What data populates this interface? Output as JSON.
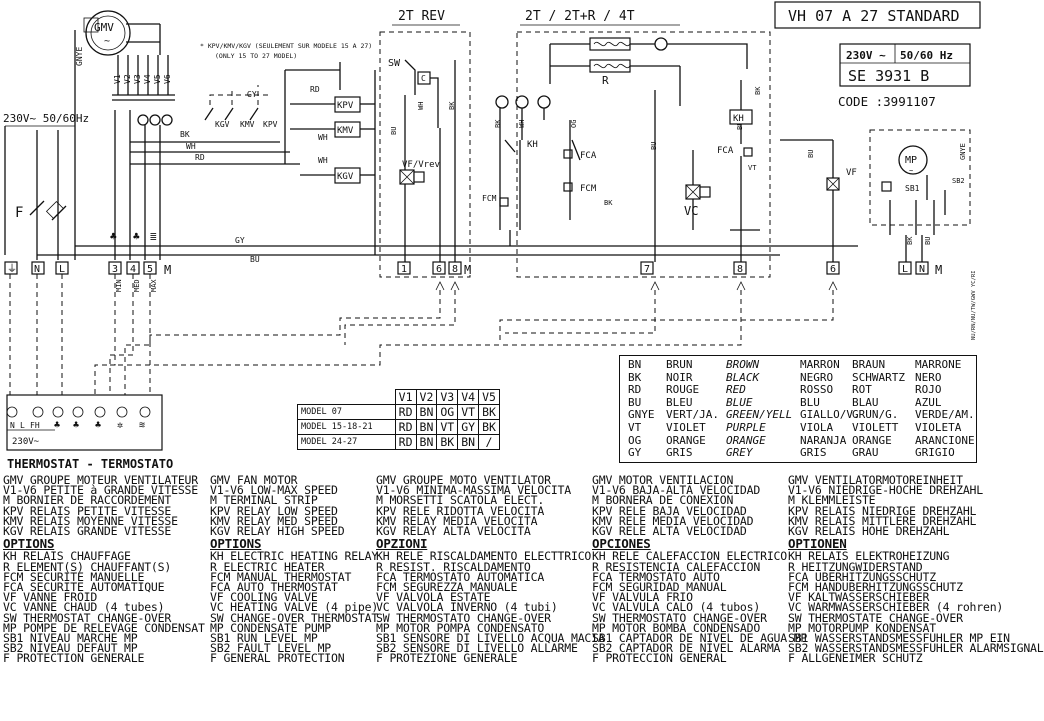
{
  "header": {
    "model_title": "VH 07 A 27 STANDARD",
    "voltage": "230V ~",
    "frequency": "50/60 Hz",
    "scheme_ref": "SE  3931  B",
    "code": "CODE :3991107"
  },
  "sections": {
    "rev": "2T REV",
    "four_t": "2T / 2T+R / 4T"
  },
  "supply": {
    "label": "230V~ 50/60Hz"
  },
  "notes": {
    "kpv_note_1": "* KPV/KMV/KGV (SEULEMENT SUR MODELE 15 A 27)",
    "kpv_note_2": "(ONLY 15 TO 27 MODEL)",
    "vertical_code": "NU/RN/NU/TW/GWV YC/RI"
  },
  "components": {
    "gmv": "GMV",
    "mp": "MP",
    "kpv": "KPV",
    "kmv": "KMV",
    "kgv": "KGV",
    "kh": "KH",
    "fca": "FCA",
    "fcm": "FCM",
    "r": "R",
    "sw": "SW",
    "vf_vrev": "VF/Vrev",
    "vc": "VC",
    "vf": "VF",
    "sb1": "SB1",
    "sb2": "SB2",
    "f": "F"
  },
  "wires": {
    "gnye": "GNYE",
    "gy": "GY",
    "bu": "BU",
    "bk": "BK",
    "rd": "RD",
    "wh": "WH",
    "vt": "VT",
    "og": "OG",
    "v1": "V1",
    "v2": "V2",
    "v3": "V3",
    "v4": "V4",
    "v5": "V5",
    "v6": "V6"
  },
  "terminals": {
    "main": [
      "⏚",
      "N",
      "L",
      "3",
      "4",
      "5",
      "M"
    ],
    "speeds": [
      "MIN",
      "MED",
      "MAX"
    ],
    "rev": [
      "1",
      "6",
      "8",
      "M"
    ],
    "four_t": [
      "7",
      "8"
    ],
    "vf": [
      "6"
    ],
    "mp": [
      "L",
      "N",
      "M"
    ]
  },
  "thermostat": {
    "title": "THERMOSTAT - TERMOSTATO",
    "supply": "230V~",
    "labels": [
      "N",
      "L",
      "FH"
    ]
  },
  "models_table": {
    "headers": [
      "",
      "V1",
      "V2",
      "V3",
      "V4",
      "V5"
    ],
    "rows": [
      [
        "MODEL 07",
        "RD",
        "BN",
        "OG",
        "VT",
        "BK"
      ],
      [
        "MODEL 15-18-21",
        "RD",
        "BN",
        "VT",
        "GY",
        "BK"
      ],
      [
        "MODEL 24-27",
        "RD",
        "BN",
        "BK",
        "BN",
        "/"
      ]
    ]
  },
  "color_codes": [
    [
      "BN",
      "BRUN",
      "BROWN",
      "MARRON",
      "BRAUN",
      "MARRONE"
    ],
    [
      "BK",
      "NOIR",
      "BLACK",
      "NEGRO",
      "SCHWARTZ",
      "NERO"
    ],
    [
      "RD",
      "ROUGE",
      "RED",
      "ROSSO",
      "ROT",
      "ROJO"
    ],
    [
      "BU",
      "BLEU",
      "BLUE",
      "BLU",
      "BLAU",
      "AZUL"
    ],
    [
      "GNYE",
      "VERT/JA.",
      "GREEN/YELL",
      "GIALLO/V.",
      "GRUN/G.",
      "VERDE/AM."
    ],
    [
      "VT",
      "VIOLET",
      "PURPLE",
      "VIOLA",
      "VIOLETT",
      "VIOLETA"
    ],
    [
      "OG",
      "ORANGE",
      "ORANGE",
      "NARANJA",
      "ORANGE",
      "ARANCIONE"
    ],
    [
      "GY",
      "GRIS",
      "GREY",
      "GRIS",
      "GRAU",
      "GRIGIO"
    ]
  ],
  "legend": [
    {
      "main": [
        "GMV GROUPE MOTEUR VENTILATEUR",
        "V1-V6 PETITE à GRANDE VITESSE",
        "M BORNIER DE RACCORDEMENT",
        "KPV RELAIS PETITE VITESSE",
        "KMV RELAIS MOYENNE VITESSE",
        "KGV RELAIS GRANDE VITESSE"
      ],
      "options_title": "OPTIONS",
      "options": [
        "KH RELAIS CHAUFFAGE",
        "R ELEMENT(S) CHAUFFANT(S)",
        "FCM SECURITE MANUELLE",
        "FCA SECURITE AUTOMATIQUE",
        "VF VANNE FROID",
        "VC VANNE CHAUD (4 tubes)",
        "SW THERMOSTAT CHANGE-OVER",
        "MP POMPE DE RELEVAGE CONDENSAT",
        "SB1 NIVEAU MARCHE MP",
        "SB2 NIVEAU DEFAUT MP",
        "F PROTECTION GENERALE"
      ]
    },
    {
      "main": [
        "GMV FAN MOTOR",
        "V1-V6 LOW-MAX SPEED",
        "M TERMINAL STRIP",
        "KPV RELAY LOW SPEED",
        "KMV RELAY MED SPEED",
        "KGV RELAY HIGH SPEED"
      ],
      "options_title": "OPTIONS",
      "options": [
        "KH ELECTRIC HEATING RELAY",
        "R ELECTRIC HEATER",
        "FCM MANUAL THERMOSTAT",
        "FCA AUTO THERMOSTAT",
        "VF COOLING VALVE",
        "VC HEATING VALVE (4 pipe)",
        "SW CHANGE-OVER THERMOSTAT",
        "MP CONDENSATE PUMP",
        "SB1 RUN LEVEL MP",
        "SB2 FAULT LEVEL MP",
        "F GENERAL PROTECTION"
      ]
    },
    {
      "main": [
        "GMV GROUPE MOTO VENTILATOR",
        "V1-V6 MINIMA-MASSIMA VELOCITA",
        "M MORSETTI SCATOLA ELECT.",
        "KPV RELE RIDOTTA VELOCITA",
        "KMV RELAY MEDIA VELOCITA",
        "KGV RELAY ALTA VELOCITA"
      ],
      "options_title": "OPZIONI",
      "options": [
        "KH RELE RISCALDAMENTO ELECTTRICO",
        "R RESIST. RISCALDAMENTO",
        "FCA TERMOSTATO AUTOMATICA",
        "FCM SEGUREZZA MANUALE",
        "VF VALVOLA ESTATE",
        "VC VALVOLA INVERNO (4 tubi)",
        "SW THERMOSTATO CHANGE-OVER",
        "MP MOTOR POMPA CONDENSATO",
        "SB1 SENSORE DI LIVELLO ACQUA MACIA",
        "SB2 SENSORE DI LIVELLO ALLARME",
        "F PROTEZIONE GENERALE"
      ]
    },
    {
      "main": [
        "GMV MOTOR VENTILACION",
        "V1-V6 BAJA-ALTA VELOCIDAD",
        "M BORNERA DE CONEXION",
        "KPV RELE BAJA VELOCIDAD",
        "KMV RELE MEDIA VELOCIDAD",
        "KGV RELE ALTA VELOCIDAD"
      ],
      "options_title": "OPCIONES",
      "options": [
        "KH RELE CALEFACCION ELECTRICO",
        "R RESISTENCIA CALEFACCION",
        "FCA TERMOSTATO AUTO",
        "FCM SEGURIDAD MANUAL",
        "VF VALVULA FRIO",
        "VC VALVULA CALO (4 tubos)",
        "SW THERMOSTATO CHANGE-OVER",
        "MP MOTOR BOMBA CONDENSADO",
        "SB1 CAPTADOR DE NIVEL DE AGUA MP",
        "SB2 CAPTADOR DE NIVEL ALARMA",
        "F PROTECCION GENERAL"
      ]
    },
    {
      "main": [
        "GMV VENTILATORMOTOREINHEIT",
        "V1-V6 NIEDRIGE-HOCHE DREHZAHL",
        "M KLEMMLEISTE",
        "KPV RELAIS NIEDRIGE DREHZAHL",
        "KMV RELAIS MITTLERE DREHZAHL",
        "KGV RELAIS HOHE DREHZAHL"
      ],
      "options_title": "OPTIONEN",
      "options": [
        "KH RELAIS ELEKTROHEIZUNG",
        "R HEITZUNGWIDERSTAND",
        "FCA UBERHITZUNGSSCHUTZ",
        "FCM HANDUBERHITZUNGSSCHUTZ",
        "VF KALTWASSERSCHIEBER",
        "VC WARMWASSERSCHIEBER (4 rohren)",
        "SW THERMOSTATE CHANGE-OVER",
        "MP MOTORPUMP KONDENSAT",
        "SB1 WASSERSTANDSMESSFUHLER MP EIN",
        "SB2 WASSERSTANDSMESSFUHLER ALARMSIGNAL",
        "F ALLGENEIMER SCHUTZ"
      ]
    }
  ]
}
